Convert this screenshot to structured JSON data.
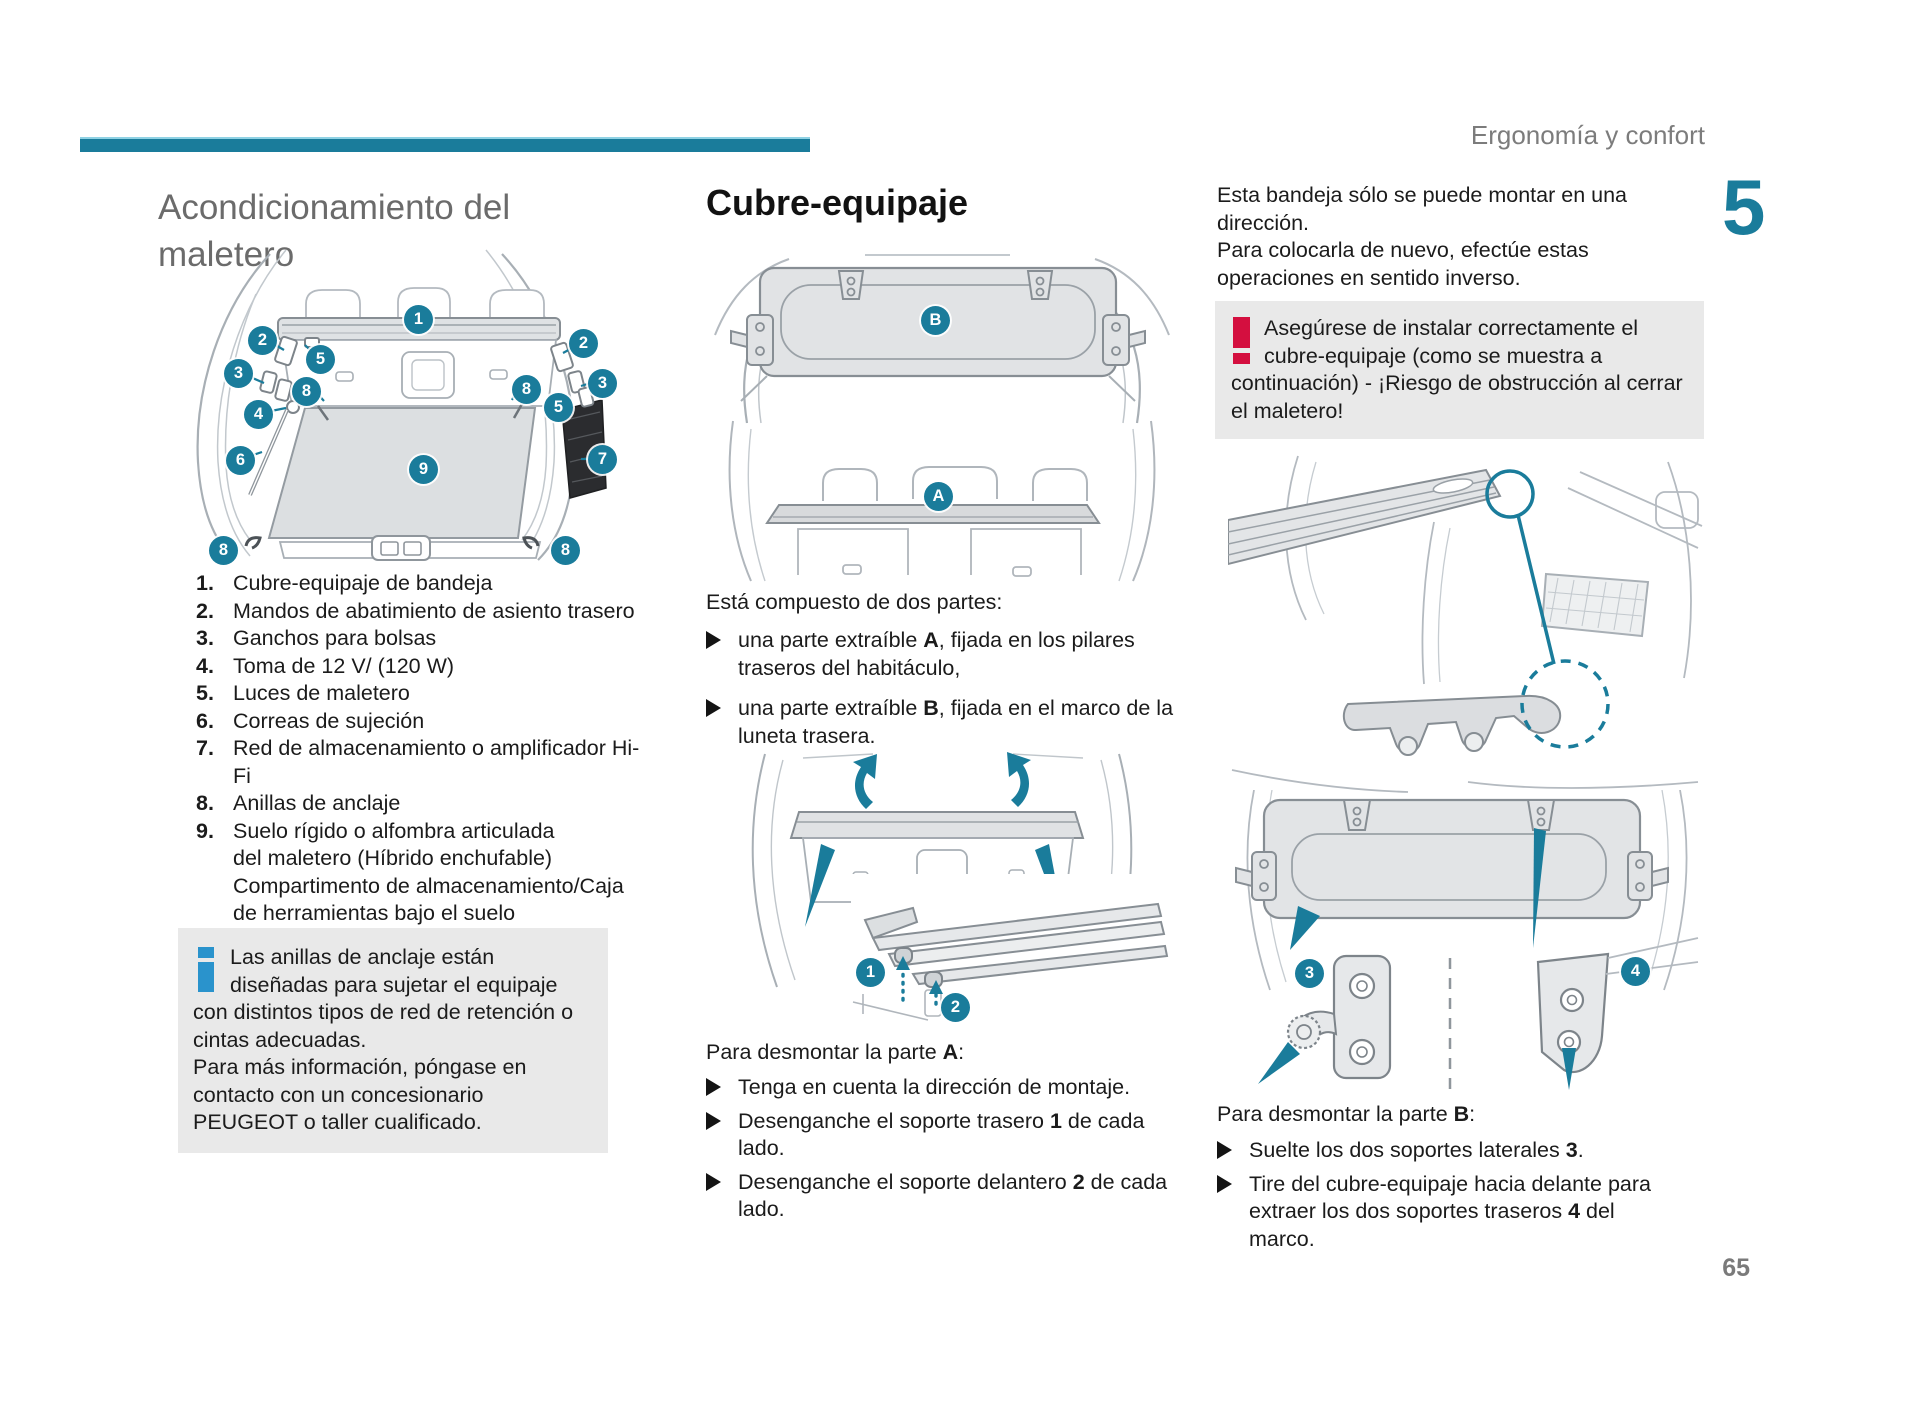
{
  "colors": {
    "accent_teal": "#1a7c9b",
    "warning_red": "#d40f3f",
    "info_blue": "#2a93cc",
    "note_box_gray": "#e9e9e9"
  },
  "header": {
    "section_title": "Ergonomía y confort",
    "chapter_number": "5"
  },
  "footer": {
    "page_number": "65"
  },
  "callouts": {
    "c1": "1",
    "c2": "2",
    "c3": "3",
    "c4": "4",
    "c5": "5",
    "c6": "6",
    "c7": "7",
    "c8": "8",
    "c9": "9",
    "cA": "A",
    "cB": "B"
  },
  "left_column": {
    "title": "Acondicionamiento del maletero",
    "legend": [
      {
        "num": "1.",
        "text": "Cubre-equipaje de bandeja"
      },
      {
        "num": "2.",
        "text": "Mandos de abatimiento de asiento trasero"
      },
      {
        "num": "3.",
        "text": "Ganchos para bolsas"
      },
      {
        "num": "4.",
        "text": "Toma de 12 V/ (120 W)"
      },
      {
        "num": "5.",
        "text": "Luces de maletero"
      },
      {
        "num": "6.",
        "text": "Correas de sujeción"
      },
      {
        "num": "7.",
        "text": "Red de almacenamiento o amplificador Hi-\nFi"
      },
      {
        "num": "8.",
        "text": "Anillas de anclaje"
      },
      {
        "num": "9.",
        "text": "Suelo rígido o alfombra articulada\ndel maletero (Híbrido enchufable)\nCompartimento de almacenamiento/Caja\nde herramientas bajo el suelo"
      }
    ],
    "info_note": "Las anillas de anclaje están diseñadas para sujetar el equipaje con distintos tipos de red de retención o cintas adecuadas.\nPara más información, póngase en contacto con un concesionario PEUGEOT o taller cualificado."
  },
  "middle_column": {
    "title": "Cubre-equipaje",
    "intro": "Está compuesto de dos partes:",
    "parts_bullets": [
      {
        "pre": "una parte extraíble ",
        "bold": "A",
        "post": ", fijada en los pilares traseros del habitáculo,"
      },
      {
        "pre": "una parte extraíble ",
        "bold": "B",
        "post": ", fijada en el marco de la luneta trasera."
      }
    ],
    "remove_a_heading": {
      "pre": "Para desmontar la parte ",
      "bold": "A",
      "post": ":"
    },
    "remove_a_bullets": [
      {
        "pre": "Tenga en cuenta la dirección de montaje.",
        "bold": "",
        "post": ""
      },
      {
        "pre": "Desenganche el soporte trasero ",
        "bold": "1",
        "post": " de cada lado."
      },
      {
        "pre": "Desenganche el soporte delantero ",
        "bold": "2",
        "post": " de cada lado."
      }
    ]
  },
  "right_column": {
    "tray_note": "Esta bandeja sólo se puede montar en una dirección.\nPara colocarla de nuevo, efectúe estas operaciones en sentido inverso.",
    "warning_note": "Asegúrese de instalar correctamente el cubre-equipaje (como se muestra a continuación) - ¡Riesgo de obstrucción al cerrar el maletero!",
    "remove_b_heading": {
      "pre": "Para desmontar la parte ",
      "bold": "B",
      "post": ":"
    },
    "remove_b_bullets": [
      {
        "pre": "Suelte los dos soportes laterales ",
        "bold": "3",
        "post": "."
      },
      {
        "pre": "Tire del cubre-equipaje hacia delante para extraer los dos soportes traseros ",
        "bold": "4",
        "post": " del marco."
      }
    ]
  }
}
